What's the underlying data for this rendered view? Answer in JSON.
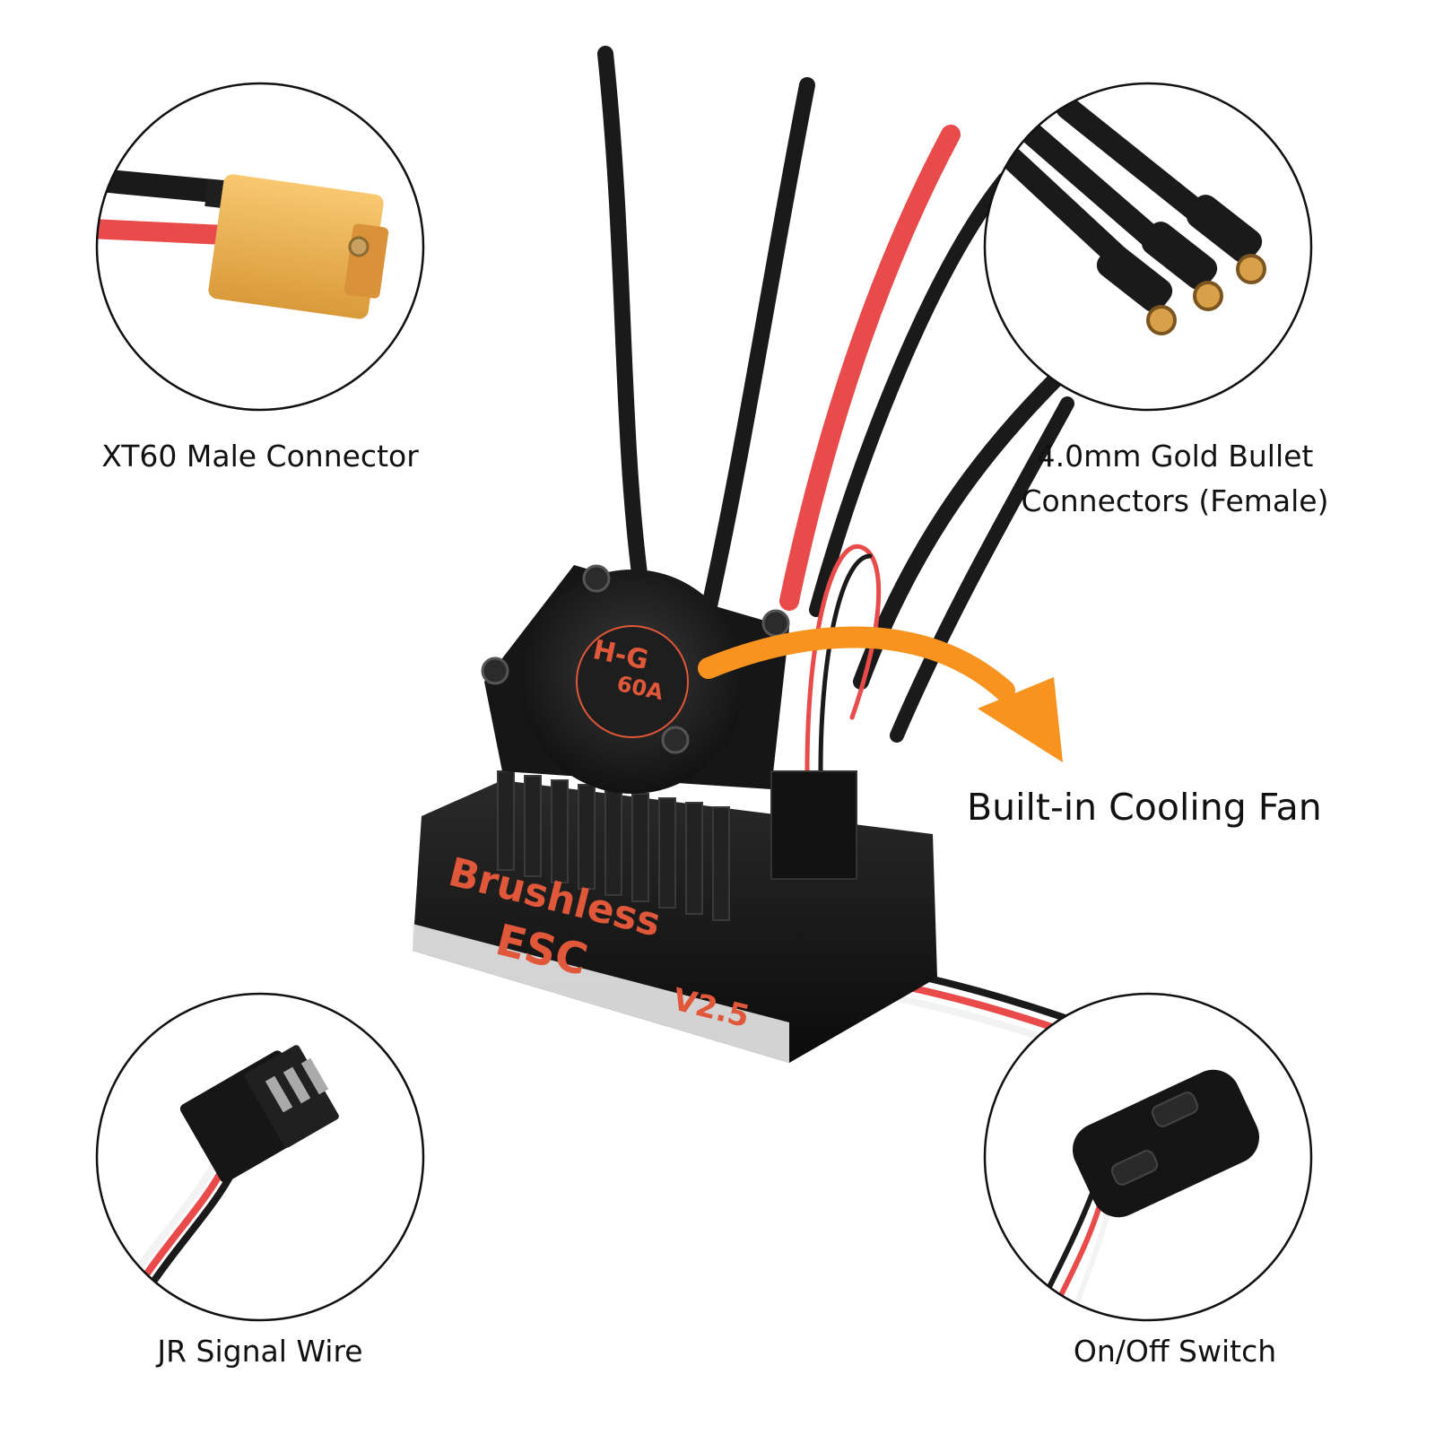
{
  "callouts": {
    "xt60": {
      "label": "XT60 Male Connector"
    },
    "bullet": {
      "line1": "4.0mm Gold Bullet",
      "line2": "Connectors (Female)"
    },
    "jr": {
      "label": "JR Signal Wire"
    },
    "switch": {
      "label": "On/Off Switch"
    },
    "fan": {
      "label": "Built-in Cooling Fan"
    }
  },
  "product": {
    "fan_line1": "H-G",
    "fan_line2": "60A",
    "case_line1": "Brushless",
    "case_line2": "ESC",
    "version": "V2.5"
  },
  "colors": {
    "arrow": "#f7931e",
    "red_wire": "#e94b4b",
    "black_wire": "#1a1a1a",
    "connector_yellow": "#f2b552",
    "label_red": "#e0573a"
  }
}
